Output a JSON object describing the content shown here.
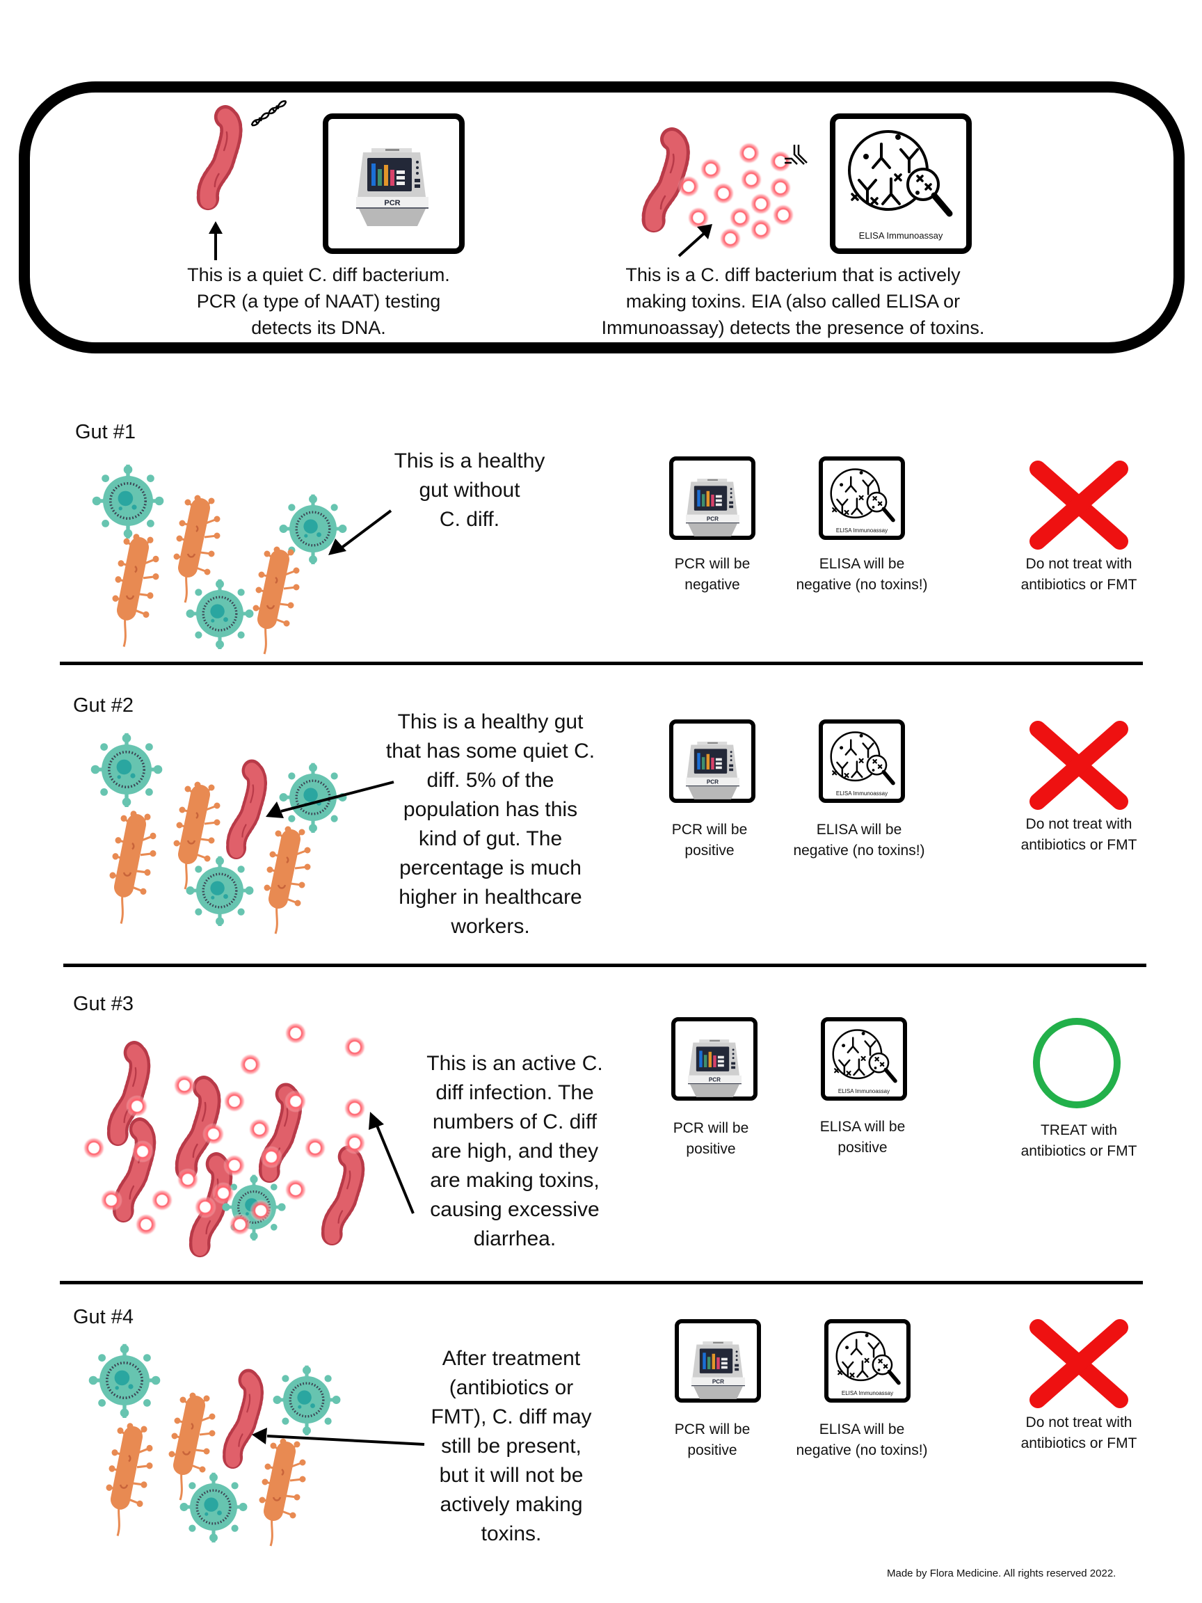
{
  "colors": {
    "cdiff_red": "#e0606a",
    "cdiff_red_dark": "#b83a48",
    "toxin_glow": "#ff5a66",
    "commensal_orange": "#e88a52",
    "commensal_orange_dark": "#c8643a",
    "virus_teal": "#67c4b0",
    "virus_teal_dark": "#2aa6a0",
    "x_red": "#ee1111",
    "treat_green": "#22b04a",
    "pcr_blue": "#1b6fd6",
    "pcr_green": "#3f8f6e",
    "pcr_orange": "#e2952a",
    "pcr_pink": "#d8426a",
    "pcr_screen": "#232838",
    "pcr_body": "#cfcfcf"
  },
  "intro": {
    "left": {
      "icon": "quiet-cdiff-bacterium-with-dna",
      "test_icon": "pcr-machine-icon",
      "test_icon_label": "PCR",
      "caption_lines": [
        "This is a quiet C. diff bacterium.",
        "PCR (a type of NAAT) testing",
        "detects its DNA."
      ]
    },
    "right": {
      "icon": "active-cdiff-bacterium-with-toxins",
      "test_icon": "elisa-immunoassay-icon",
      "test_icon_label": "ELISA Immunoassay",
      "caption_lines": [
        "This is a C. diff bacterium that is actively",
        "making toxins. EIA (also called ELISA or",
        "Immunoassay) detects the presence of toxins."
      ]
    }
  },
  "guts": [
    {
      "label": "Gut #1",
      "description_lines": [
        "This is a healthy",
        "gut without",
        "C. diff."
      ],
      "pcr": {
        "label": "PCR",
        "result_lines": [
          "PCR will be",
          "negative"
        ]
      },
      "elisa": {
        "label": "ELISA Immunoassay",
        "result_lines": [
          "ELISA will be",
          "negative (no toxins!)"
        ]
      },
      "treatment": {
        "icon": "red-x-icon",
        "result_lines": [
          "Do not treat with",
          "antibiotics or FMT"
        ]
      }
    },
    {
      "label": "Gut #2",
      "description_lines": [
        "This is a healthy gut",
        "that has some quiet C.",
        "diff. 5% of the",
        "population has this",
        "kind of gut. The",
        "percentage is much",
        "higher in healthcare",
        "workers."
      ],
      "pcr": {
        "label": "PCR",
        "result_lines": [
          "PCR will be",
          "positive"
        ]
      },
      "elisa": {
        "label": "ELISA Immunoassay",
        "result_lines": [
          "ELISA will be",
          "negative (no toxins!)"
        ]
      },
      "treatment": {
        "icon": "red-x-icon",
        "result_lines": [
          "Do not treat with",
          "antibiotics or FMT"
        ]
      }
    },
    {
      "label": "Gut #3",
      "description_lines": [
        "This is an active C.",
        "diff infection. The",
        "numbers of C. diff",
        "are high, and they",
        "are making toxins,",
        "causing excessive",
        "diarrhea."
      ],
      "pcr": {
        "label": "PCR",
        "result_lines": [
          "PCR will be",
          "positive"
        ]
      },
      "elisa": {
        "label": "ELISA Immunoassay",
        "result_lines": [
          "ELISA will be",
          "positive"
        ]
      },
      "treatment": {
        "icon": "green-circle-icon",
        "result_lines": [
          "TREAT with",
          "antibiotics or FMT"
        ]
      }
    },
    {
      "label": "Gut #4",
      "description_lines": [
        "After treatment",
        "(antibiotics or",
        "FMT), C. diff may",
        "still be present,",
        "but it will not be",
        "actively making",
        "toxins."
      ],
      "pcr": {
        "label": "PCR",
        "result_lines": [
          "PCR will be",
          "positive"
        ]
      },
      "elisa": {
        "label": "ELISA Immunoassay",
        "result_lines": [
          "ELISA will be",
          "negative (no toxins!)"
        ]
      },
      "treatment": {
        "icon": "red-x-icon",
        "result_lines": [
          "Do not treat with",
          "antibiotics or FMT"
        ]
      }
    }
  ],
  "footer": {
    "text": "Made by Flora Medicine. All rights reserved 2022."
  }
}
